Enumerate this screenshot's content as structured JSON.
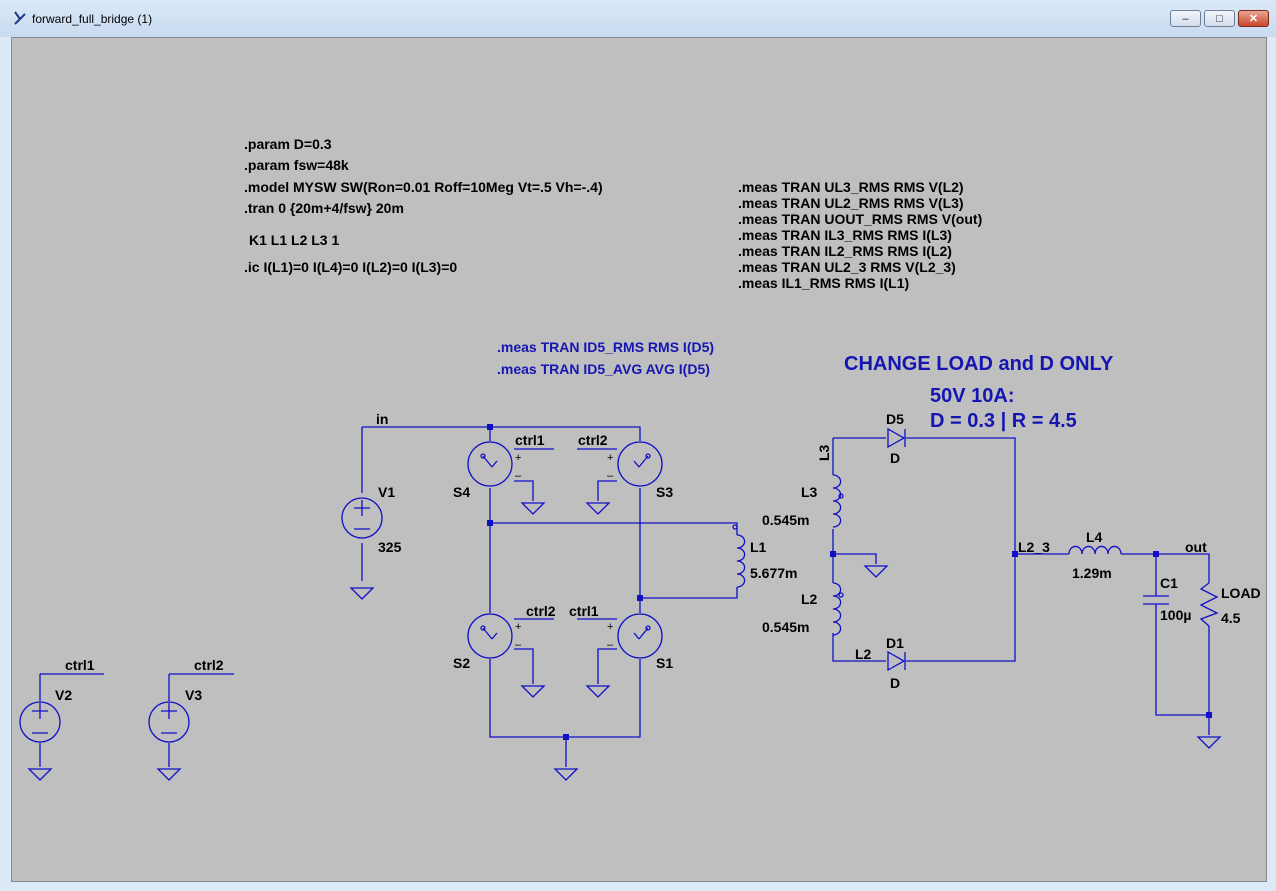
{
  "window": {
    "title": "forward_full_bridge (1)",
    "buttons": {
      "minimize": "–",
      "maximize": "□",
      "close": "✕"
    }
  },
  "colors": {
    "wire": "#1010c8",
    "text": "#000000",
    "directive_blue": "#1515b4",
    "canvas": "#bfbfbf"
  },
  "directives": {
    "param_d": ".param D=0.3",
    "param_fsw": ".param fsw=48k",
    "model": ".model MYSW SW(Ron=0.01 Roff=10Meg Vt=.5 Vh=-.4)",
    "tran": ".tran 0 {20m+4/fsw} 20m",
    "coupling": "K1 L1 L2 L3 1",
    "ic": ".ic I(L1)=0 I(L4)=0 I(L2)=0 I(L3)=0"
  },
  "meas_right": [
    ".meas TRAN UL3_RMS RMS V(L2)",
    ".meas TRAN UL2_RMS RMS V(L3)",
    ".meas TRAN UOUT_RMS RMS V(out)",
    ".meas TRAN IL3_RMS RMS I(L3)",
    ".meas TRAN IL2_RMS RMS I(L2)",
    ".meas TRAN UL2_3 RMS V(L2_3)",
    ".meas IL1_RMS RMS I(L1)"
  ],
  "meas_blue": [
    ".meas TRAN ID5_RMS RMS I(D5)",
    ".meas TRAN ID5_AVG AVG I(D5)"
  ],
  "notes": {
    "change": "CHANGE LOAD and D ONLY",
    "spec": "50V 10A:",
    "values": "D = 0.3 | R = 4.5"
  },
  "labels": {
    "in": "in",
    "ctrl1": "ctrl1",
    "ctrl2": "ctrl2",
    "v1": "V1",
    "v1_value": "325",
    "v2": "V2",
    "v3": "V3",
    "s1": "S1",
    "s2": "S2",
    "s3": "S3",
    "s4": "S4",
    "l1": "L1",
    "l1_value": "5.677m",
    "l2": "L2",
    "l2_value": "0.545m",
    "l2_net": "L2",
    "l3": "L3",
    "l3_value": "0.545m",
    "l3_net": "L3",
    "d1": "D1",
    "d5": "D5",
    "d_model": "D",
    "l2_3": "L2_3",
    "l4": "L4",
    "l4_value": "1.29m",
    "out": "out",
    "c1": "C1",
    "c1_value": "100µ",
    "load": "LOAD",
    "load_value": "4.5",
    "plus": "+",
    "minus": "–"
  }
}
